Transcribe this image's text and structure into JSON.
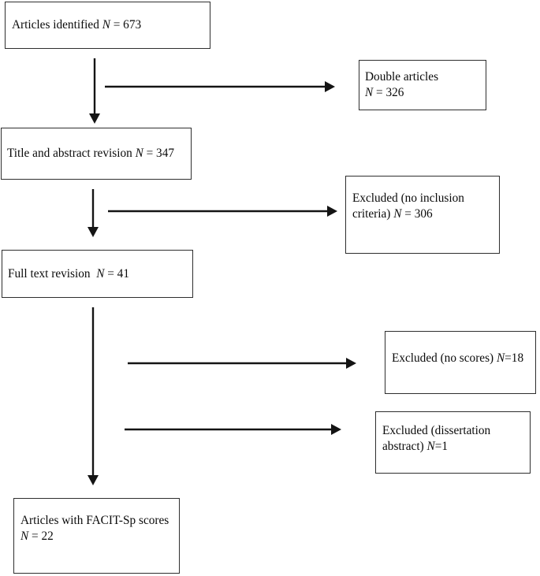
{
  "figure": {
    "description": "Flow diagram of article selection for FACIT-Sp review",
    "background_color": "#ffffff",
    "line_color": "#141414",
    "box_border_color": "#2e2e2e"
  },
  "boxes": {
    "articles_identified": {
      "text": "Articles identified",
      "n": "N",
      "value": "= 673"
    },
    "double_articles": {
      "text": "Double articles",
      "n": "N",
      "value": "= 326"
    },
    "title_abstract": {
      "text": "Title and abstract revision",
      "n": "N",
      "value": "= 347"
    },
    "excluded_criteria": {
      "text": "Excluded (no inclusion criteria)",
      "n": "N",
      "value": "= 306"
    },
    "full_text": {
      "text": "Full text revision ",
      "n": "N",
      "value": "= 41"
    },
    "excluded_scores": {
      "text": "Excluded (no scores)",
      "n": "N",
      "value": "=18"
    },
    "excluded_dissertation": {
      "text": "Excluded (dissertation abstract)",
      "n": "N",
      "value": "=1"
    },
    "facit_scores": {
      "text": "Articles with FACIT-Sp scores",
      "n": "N",
      "value": "= 22"
    }
  },
  "connections": [
    {
      "from": "articles_identified",
      "to": "title_abstract"
    },
    {
      "from": "articles_identified",
      "to": "double_articles"
    },
    {
      "from": "title_abstract",
      "to": "full_text"
    },
    {
      "from": "title_abstract",
      "to": "excluded_criteria"
    },
    {
      "from": "full_text",
      "to": "facit_scores"
    },
    {
      "from": "full_text",
      "to": "excluded_scores"
    },
    {
      "from": "full_text",
      "to": "excluded_dissertation"
    }
  ]
}
